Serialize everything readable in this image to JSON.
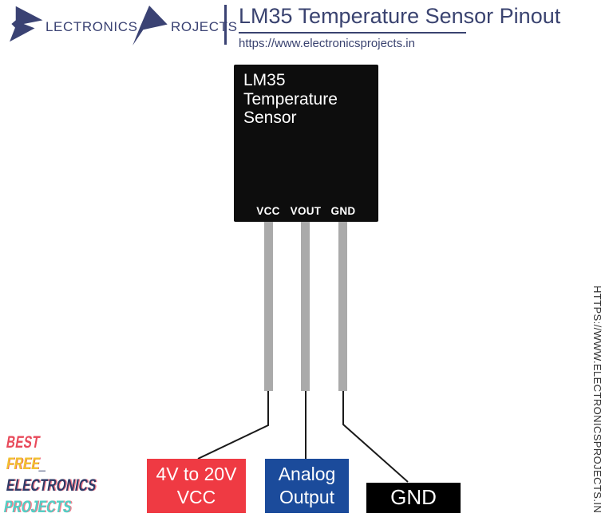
{
  "header": {
    "brand": {
      "electronics_label": "LECTRONICS",
      "projects_label": "ROJECTS"
    },
    "title": "LM35 Temperature Sensor Pinout",
    "url": "https://www.electronicsprojects.in"
  },
  "sensor": {
    "name": "LM35 Temperature Sensor",
    "pins": [
      "VCC",
      "VOUT",
      "GND"
    ],
    "body_color": "#0d0d0d",
    "lead_color": "#aaaaaa"
  },
  "pin_callouts": {
    "vcc": {
      "line1": "4V to 20V",
      "line2": "VCC",
      "color": "#ef3a43"
    },
    "vout": {
      "line1": "Analog",
      "line2": "Output",
      "color": "#1b4b9b"
    },
    "gnd": {
      "text": "GND",
      "color": "#000000"
    }
  },
  "watermark": "HTTPS://WWW.ELECTRONICSPROJECTS.IN",
  "badge": {
    "lines": [
      {
        "text": "BEST",
        "color": "#e8495a"
      },
      {
        "text": "FREE",
        "color": "#f2c230"
      },
      {
        "text": "ELECTRONICS",
        "color": "#2e3a66"
      },
      {
        "text": "PROJECTS",
        "color": "#52cfc5"
      }
    ],
    "underscore": "_"
  },
  "accent_color": "#3a4370"
}
